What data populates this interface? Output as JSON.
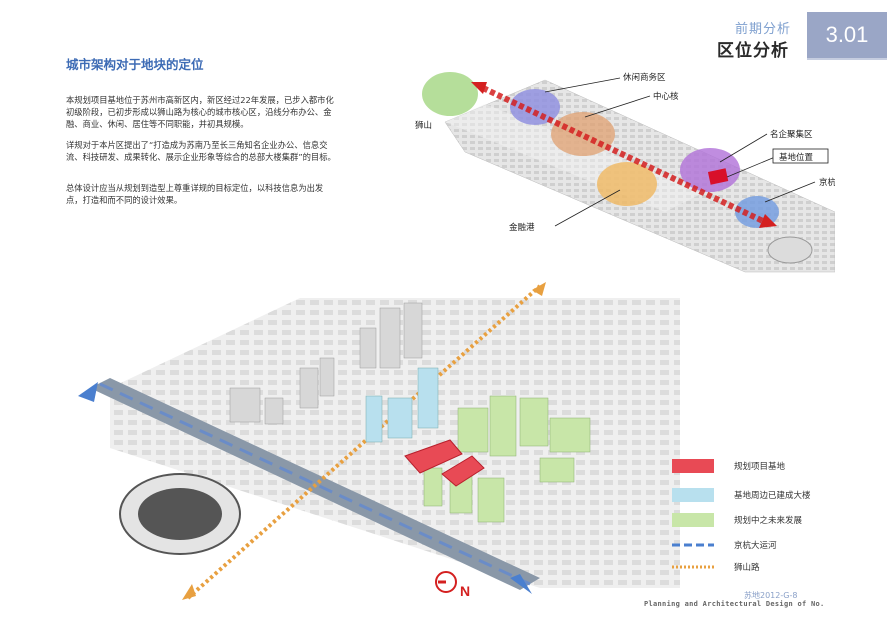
{
  "header": {
    "section_subtitle": "前期分析",
    "section_title": "区位分析",
    "section_number": "3.01"
  },
  "intro": {
    "heading": "城市架构对于地块的定位",
    "paragraphs": [
      "本规划项目基地位于苏州市高新区内，新区经过22年发展，已步入都市化初级阶段，已初步形成以狮山路为核心的城市核心区，沿线分布办公、金融、商业、休闲、居住等不同职能，并初具规模。",
      "详规对于本片区提出了“打造成为苏南乃至长三角知名企业办公、信息交流、科技研发、成果转化、展示企业形象等综合的总部大楼集群”的目标。",
      "总体设计应当从规划到造型上尊重详规的目标定位，以科技信息为出发点，打造和而不同的设计效果。"
    ]
  },
  "top_map": {
    "labels": {
      "shishan": "狮山",
      "leisure": "休闲商务区",
      "center": "中心核",
      "enterprise": "名企聚集区",
      "site": "基地位置",
      "canal": "京杭大运河",
      "finance": "金融港"
    },
    "colors": {
      "shishan": "#a8d888",
      "leisure": "#8c8ce0",
      "center": "#e0a070",
      "enterprise": "#b070d8",
      "finance": "#f0b860",
      "canal": "#6f9ae0",
      "axis": "#d42020",
      "site": "#d8102a"
    }
  },
  "bottom_map": {
    "north_label": "N"
  },
  "legend": [
    {
      "label": "规划项目基地",
      "color": "#e84a55",
      "kind": "swatch"
    },
    {
      "label": "基地周边已建成大楼",
      "color": "#b8e0ee",
      "kind": "swatch"
    },
    {
      "label": "规划中之未来发展",
      "color": "#c8e6a8",
      "kind": "swatch"
    },
    {
      "label": "京杭大运河",
      "color": "#4a7fcf",
      "kind": "dash"
    },
    {
      "label": "狮山路",
      "color": "#e8a040",
      "kind": "dots"
    }
  ],
  "footer": {
    "project": "苏地2012-G-8",
    "caption": "Planning and Architectural Design of No."
  }
}
